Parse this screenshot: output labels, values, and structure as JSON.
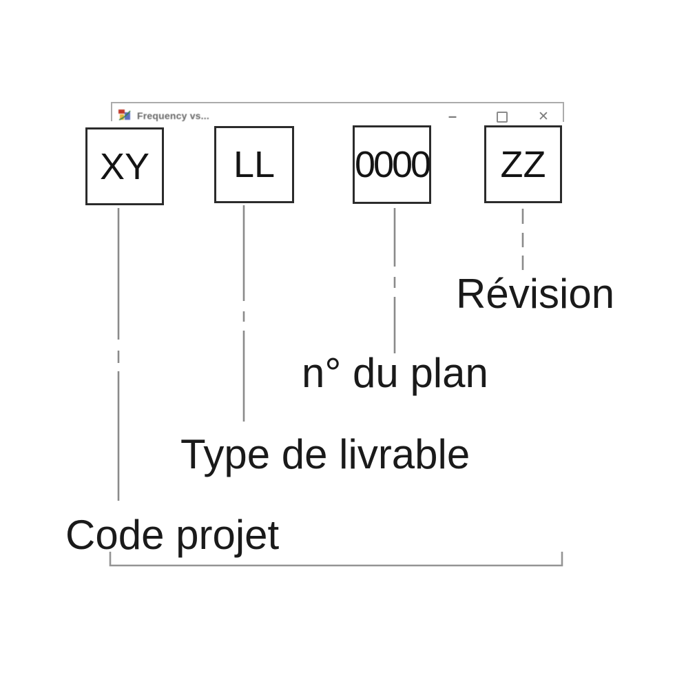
{
  "window": {
    "title": "Frequency vs...",
    "controls": {
      "minimize_glyph": "–",
      "close_glyph": "✕"
    }
  },
  "diagram": {
    "boxes": [
      {
        "code": "XY",
        "label": "Code projet"
      },
      {
        "code": "LL",
        "label": "Type de livrable"
      },
      {
        "code": "0000",
        "label": "n° du plan"
      },
      {
        "code": "ZZ",
        "label": "Révision"
      }
    ],
    "colors": {
      "box_border": "#2b2b2b",
      "leader_line": "#8a8a8a",
      "label_text": "#1a1a1a",
      "window_chrome": "#ababab",
      "bracket": "#949494"
    }
  }
}
